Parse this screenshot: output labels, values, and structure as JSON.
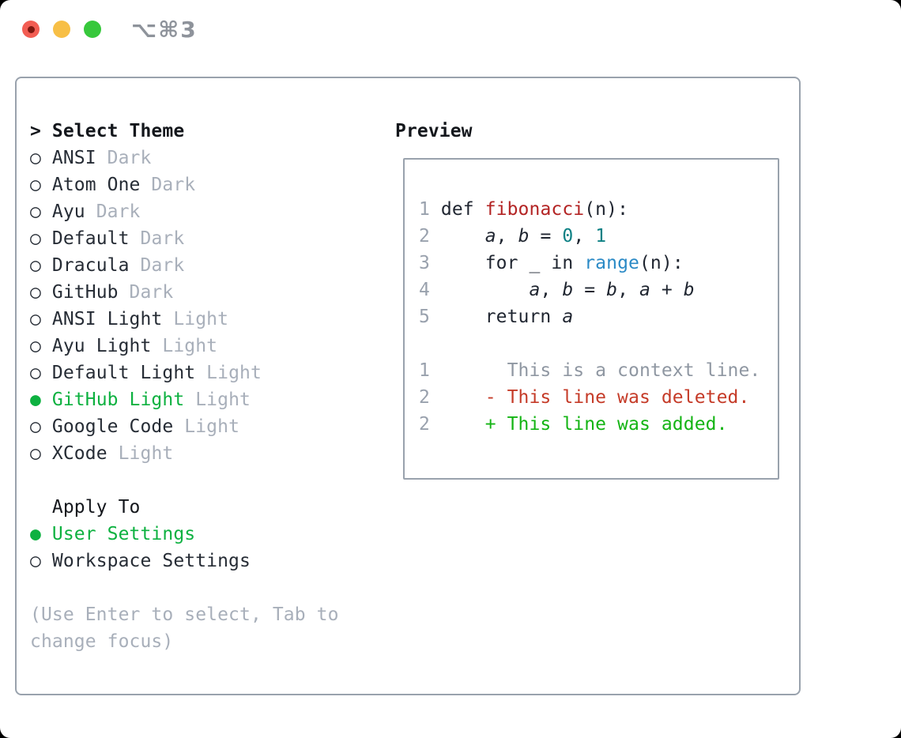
{
  "window": {
    "title": "⌥⌘3",
    "controls": [
      {
        "name": "close",
        "color_key": "traffic-red"
      },
      {
        "name": "minimize",
        "color_key": "traffic-yellow"
      },
      {
        "name": "zoom",
        "color_key": "traffic-green"
      }
    ]
  },
  "theme_selector": {
    "prompt": ">",
    "header": "Select Theme",
    "selected_glyph": "●",
    "unselected_glyph": "○",
    "items": [
      {
        "name": "ANSI",
        "variant": "Dark",
        "selected": false
      },
      {
        "name": "Atom One",
        "variant": "Dark",
        "selected": false
      },
      {
        "name": "Ayu",
        "variant": "Dark",
        "selected": false
      },
      {
        "name": "Default",
        "variant": "Dark",
        "selected": false
      },
      {
        "name": "Dracula",
        "variant": "Dark",
        "selected": false
      },
      {
        "name": "GitHub",
        "variant": "Dark",
        "selected": false
      },
      {
        "name": "ANSI Light",
        "variant": "Light",
        "selected": false
      },
      {
        "name": "Ayu Light",
        "variant": "Light",
        "selected": false
      },
      {
        "name": "Default Light",
        "variant": "Light",
        "selected": false
      },
      {
        "name": "GitHub Light",
        "variant": "Light",
        "selected": true
      },
      {
        "name": "Google Code",
        "variant": "Light",
        "selected": false
      },
      {
        "name": "XCode",
        "variant": "Light",
        "selected": false
      }
    ],
    "apply_to": {
      "header": "Apply To",
      "options": [
        {
          "name": "User Settings",
          "selected": true
        },
        {
          "name": "Workspace Settings",
          "selected": false
        }
      ]
    },
    "hint_lines": [
      "(Use Enter to select, Tab to",
      "change focus)"
    ]
  },
  "preview": {
    "header": "Preview",
    "lines": [
      {
        "number": "1",
        "kind": "code",
        "segments": [
          {
            "text": "def ",
            "style": "plain"
          },
          {
            "text": "fibonacci",
            "style": "function"
          },
          {
            "text": "(n):",
            "style": "plain"
          }
        ]
      },
      {
        "number": "2",
        "kind": "code",
        "segments": [
          {
            "text": "    ",
            "style": "plain"
          },
          {
            "text": "a",
            "style": "variable"
          },
          {
            "text": ", ",
            "style": "plain"
          },
          {
            "text": "b",
            "style": "variable"
          },
          {
            "text": " = ",
            "style": "plain"
          },
          {
            "text": "0",
            "style": "number"
          },
          {
            "text": ", ",
            "style": "plain"
          },
          {
            "text": "1",
            "style": "number"
          }
        ]
      },
      {
        "number": "3",
        "kind": "code",
        "segments": [
          {
            "text": "    for _ in ",
            "style": "plain"
          },
          {
            "text": "range",
            "style": "builtin"
          },
          {
            "text": "(n):",
            "style": "plain"
          }
        ]
      },
      {
        "number": "4",
        "kind": "code",
        "segments": [
          {
            "text": "        ",
            "style": "plain"
          },
          {
            "text": "a",
            "style": "variable"
          },
          {
            "text": ", ",
            "style": "plain"
          },
          {
            "text": "b",
            "style": "variable"
          },
          {
            "text": " = ",
            "style": "plain"
          },
          {
            "text": "b",
            "style": "variable"
          },
          {
            "text": ", ",
            "style": "plain"
          },
          {
            "text": "a",
            "style": "variable"
          },
          {
            "text": " + ",
            "style": "plain"
          },
          {
            "text": "b",
            "style": "variable"
          }
        ]
      },
      {
        "number": "5",
        "kind": "code",
        "segments": [
          {
            "text": "    return ",
            "style": "plain"
          },
          {
            "text": "a",
            "style": "variable"
          }
        ]
      },
      {
        "number": "",
        "kind": "blank",
        "segments": []
      },
      {
        "number": "1",
        "kind": "diff-context",
        "segments": [
          {
            "text": "      This is a context line.",
            "style": "context"
          }
        ]
      },
      {
        "number": "2",
        "kind": "diff-deleted",
        "segments": [
          {
            "text": "    - This line was deleted.",
            "style": "deleted"
          }
        ]
      },
      {
        "number": "2",
        "kind": "diff-added",
        "segments": [
          {
            "text": "    + This line was added.",
            "style": "added"
          }
        ]
      }
    ]
  },
  "colors": {
    "accent-green": "#0db140",
    "added-green": "#14b414",
    "deleted-red": "#c53b28",
    "function-red": "#b32424",
    "builtin-blue": "#2b8ac6",
    "number-teal": "#0c8084",
    "text-dark": "#262c35",
    "muted-gray": "#a8afba",
    "linenum-gray": "#99a1ad",
    "context-gray": "#8f97a2",
    "border-gray": "#99a2ad",
    "title-gray": "#8e939b",
    "traffic-red": "#f25d53",
    "traffic-red-dot": "#7e1810",
    "traffic-yellow": "#f7bf46",
    "traffic-green": "#37c83c"
  }
}
